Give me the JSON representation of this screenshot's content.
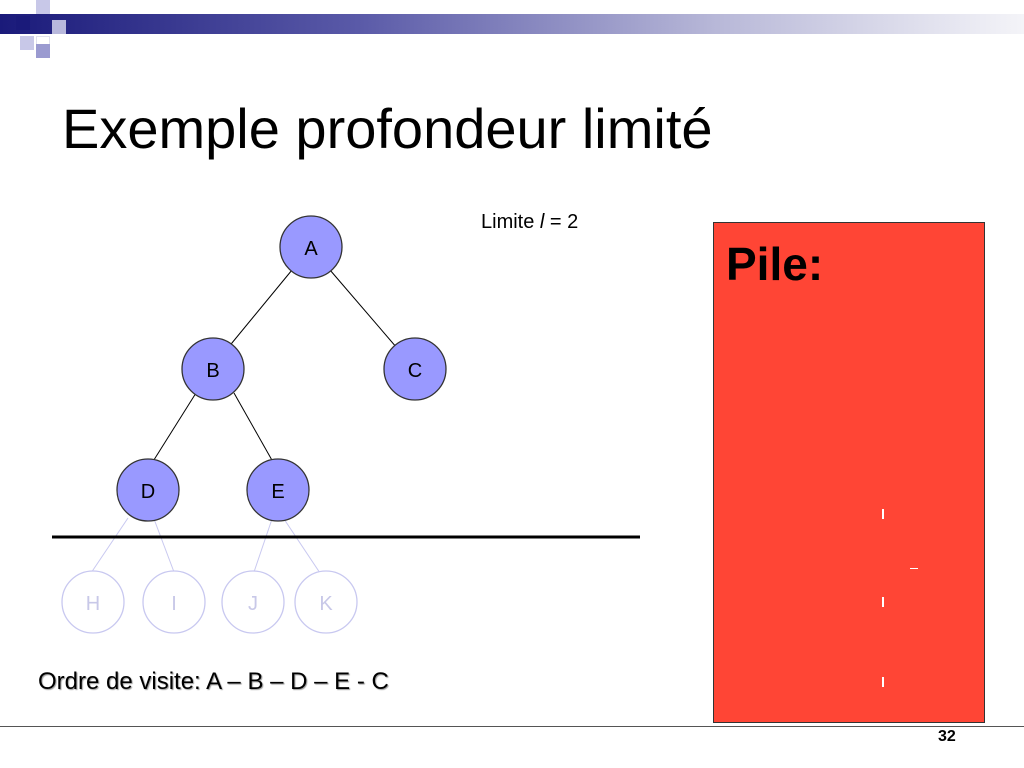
{
  "slide": {
    "title": "Exemple profondeur limité",
    "limit": {
      "prefix": "Limite ",
      "var": "l",
      "suffix": " = 2"
    },
    "stack_title": "Pile:",
    "order": "Ordre de visite: A – B – D – E - C",
    "page_number": "32"
  },
  "tree": {
    "nodes": {
      "A": "A",
      "B": "B",
      "C": "C",
      "D": "D",
      "E": "E",
      "H": "H",
      "I": "I",
      "J": "J",
      "K": "K"
    }
  },
  "colors": {
    "node_fill": "#9999ff",
    "stack_fill": "#ff4535",
    "ghost_stroke": "#c8c8f0"
  }
}
